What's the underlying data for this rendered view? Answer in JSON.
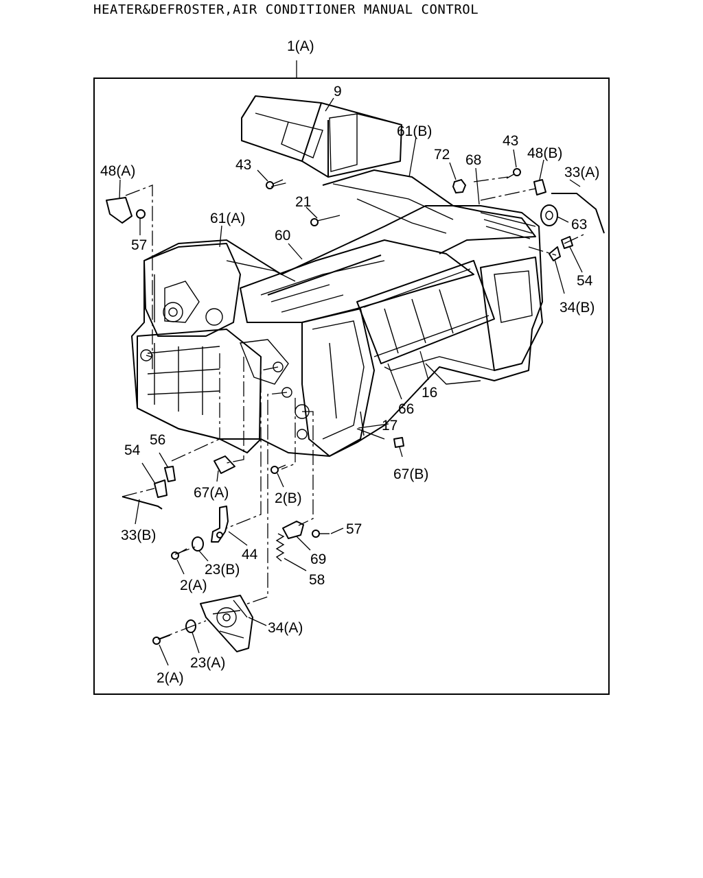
{
  "title": "HEATER&DEFROSTER,AIR CONDITIONER MANUAL CONTROL",
  "assembly_label": "1(A)",
  "callouts": {
    "p9": "9",
    "p61b": "61(B)",
    "p72": "72",
    "p68": "68",
    "p43_right": "43",
    "p48b": "48(B)",
    "p33a": "33(A)",
    "p48a": "48(A)",
    "p43_left": "43",
    "p21": "21",
    "p63": "63",
    "p57_top": "57",
    "p61a": "61(A)",
    "p60": "60",
    "p54_right": "54",
    "p34b": "34(B)",
    "p16": "16",
    "p66": "66",
    "p17": "17",
    "p56": "56",
    "p54_left": "54",
    "p67b": "67(B)",
    "p67a": "67(A)",
    "p2b": "2(B)",
    "p33b": "33(B)",
    "p57_bottom": "57",
    "p44": "44",
    "p69": "69",
    "p23b": "23(B)",
    "p58": "58",
    "p2a_mid": "2(A)",
    "p34a": "34(A)",
    "p23a": "23(A)",
    "p2a_bottom": "2(A)"
  }
}
